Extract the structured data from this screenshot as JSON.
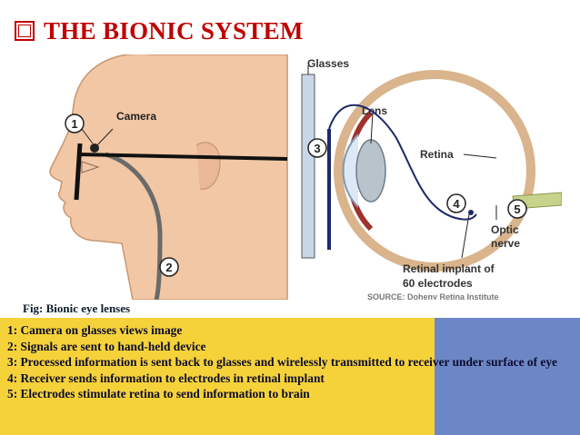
{
  "slide": {
    "title": "THE BIONIC SYSTEM",
    "title_icon": "checkbox-bullet-icon",
    "title_color": "#c00000"
  },
  "diagram": {
    "labels": {
      "glasses": "Glasses",
      "camera": "Camera",
      "lens": "Lens",
      "retina": "Retina",
      "optic_line1": "Optic",
      "optic_line2": "nerve",
      "implant_line1": "Retinal implant of",
      "implant_line2": "60 electrodes",
      "source": "SOURCE: Doheny Retina Institute"
    },
    "markers": [
      "1",
      "2",
      "3",
      "4",
      "5"
    ],
    "caption": "Fig: Bionic eye lenses"
  },
  "notes": {
    "lines": [
      "1: Camera on glasses views image",
      "2: Signals are sent to hand-held device",
      "3: Processed information is sent back to glasses and wirelessly transmitted to receiver under surface of eye",
      "4: Receiver sends information to electrodes in retinal implant",
      "5: Electrodes stimulate retina to send information to brain"
    ],
    "panel_color": "#6d87c6",
    "highlight_color": "#f6d23a"
  }
}
